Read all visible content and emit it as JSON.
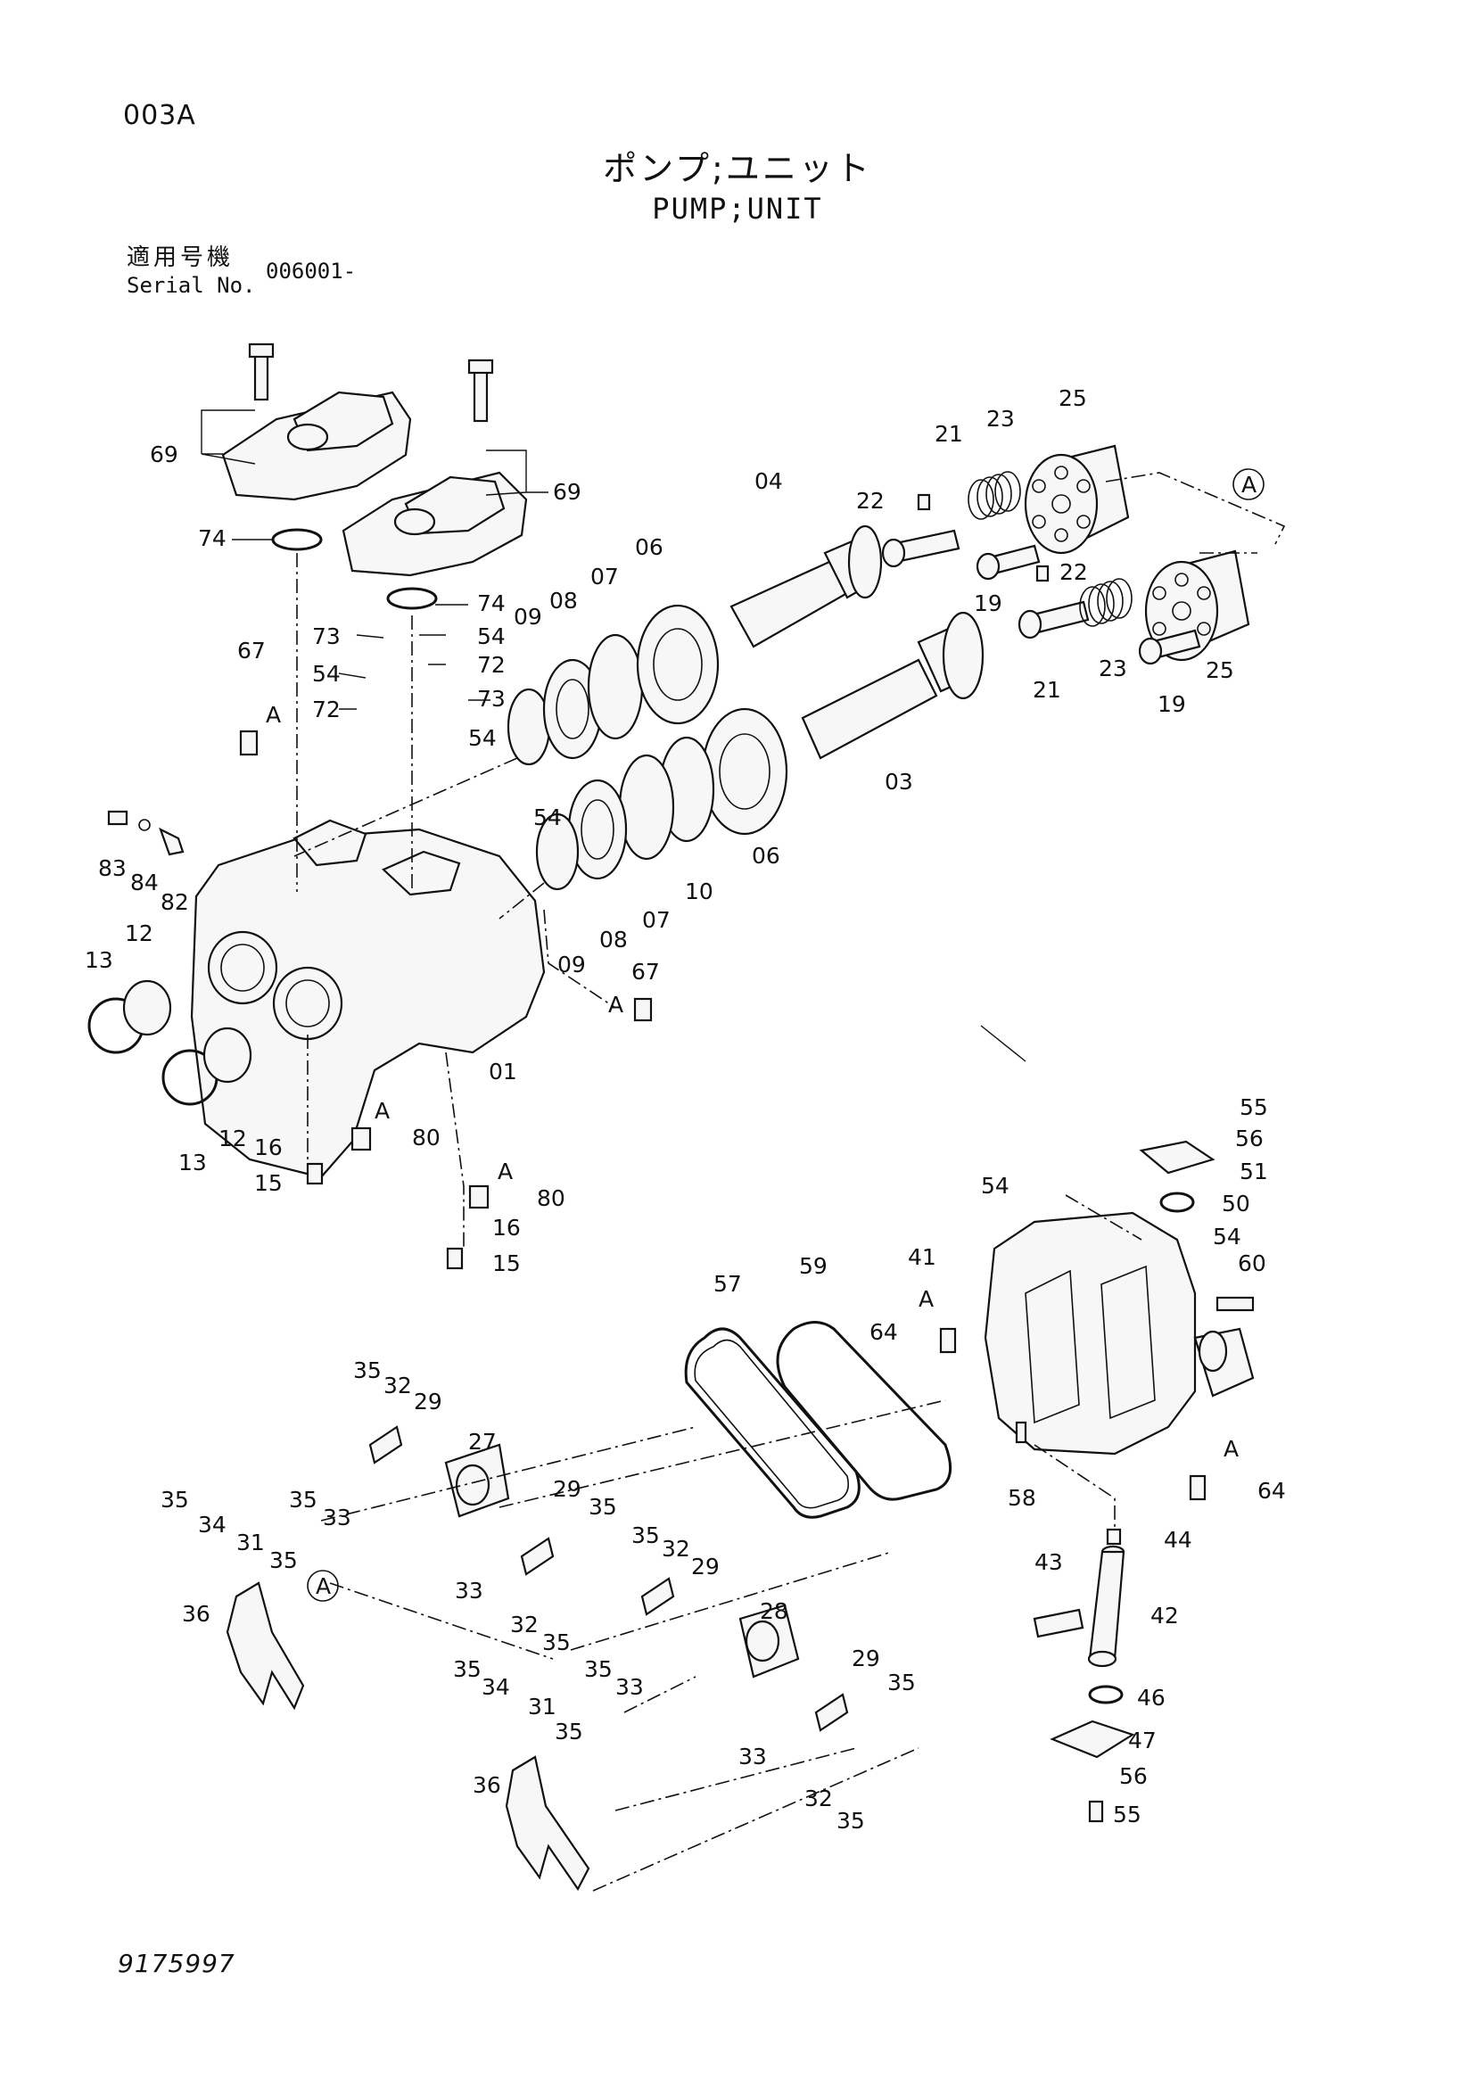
{
  "header": {
    "code": "003A",
    "title_jp": "ポンプ;ユニット",
    "title_en": "PUMP;UNIT",
    "serial_label_jp": "適用号機",
    "serial_label_en": "Serial No.",
    "serial_value": "006001-"
  },
  "footer": {
    "doc_number": "9175997"
  },
  "callouts": [
    {
      "id": "c69a",
      "label": "69"
    },
    {
      "id": "c69b",
      "label": "69"
    },
    {
      "id": "c74a",
      "label": "74"
    },
    {
      "id": "c74b",
      "label": "74"
    },
    {
      "id": "c73a",
      "label": "73"
    },
    {
      "id": "c54a",
      "label": "54"
    },
    {
      "id": "c54b",
      "label": "54"
    },
    {
      "id": "c72a",
      "label": "72"
    },
    {
      "id": "c72b",
      "label": "72"
    },
    {
      "id": "c73b",
      "label": "73"
    },
    {
      "id": "c54c",
      "label": "54"
    },
    {
      "id": "c54d",
      "label": "54"
    },
    {
      "id": "c67a",
      "label": "67"
    },
    {
      "id": "cA1",
      "label": "A"
    },
    {
      "id": "c09a",
      "label": "09"
    },
    {
      "id": "c08a",
      "label": "08"
    },
    {
      "id": "c07a",
      "label": "07"
    },
    {
      "id": "c06a",
      "label": "06"
    },
    {
      "id": "c04",
      "label": "04"
    },
    {
      "id": "c22a",
      "label": "22"
    },
    {
      "id": "c21a",
      "label": "21"
    },
    {
      "id": "c23a",
      "label": "23"
    },
    {
      "id": "c25a",
      "label": "25"
    },
    {
      "id": "cAcircle1",
      "label": "A"
    },
    {
      "id": "c22b",
      "label": "22"
    },
    {
      "id": "c19a",
      "label": "19"
    },
    {
      "id": "c21b",
      "label": "21"
    },
    {
      "id": "c23b",
      "label": "23"
    },
    {
      "id": "c25b",
      "label": "25"
    },
    {
      "id": "c19b",
      "label": "19"
    },
    {
      "id": "c03",
      "label": "03"
    },
    {
      "id": "c06b",
      "label": "06"
    },
    {
      "id": "c10",
      "label": "10"
    },
    {
      "id": "c07b",
      "label": "07"
    },
    {
      "id": "c08b",
      "label": "08"
    },
    {
      "id": "c09b",
      "label": "09"
    },
    {
      "id": "c83",
      "label": "83"
    },
    {
      "id": "c84",
      "label": "84"
    },
    {
      "id": "c82",
      "label": "82"
    },
    {
      "id": "c13a",
      "label": "13"
    },
    {
      "id": "c12a",
      "label": "12"
    },
    {
      "id": "c13b",
      "label": "13"
    },
    {
      "id": "c12b",
      "label": "12"
    },
    {
      "id": "c16a",
      "label": "16"
    },
    {
      "id": "c15a",
      "label": "15"
    },
    {
      "id": "cA2",
      "label": "A"
    },
    {
      "id": "c80a",
      "label": "80"
    },
    {
      "id": "c01",
      "label": "01"
    },
    {
      "id": "c67b",
      "label": "67"
    },
    {
      "id": "cA3",
      "label": "A"
    },
    {
      "id": "cA4",
      "label": "A"
    },
    {
      "id": "c80b",
      "label": "80"
    },
    {
      "id": "c16b",
      "label": "16"
    },
    {
      "id": "c15b",
      "label": "15"
    },
    {
      "id": "c55a",
      "label": "55"
    },
    {
      "id": "c56a",
      "label": "56"
    },
    {
      "id": "c51",
      "label": "51"
    },
    {
      "id": "c54e",
      "label": "54"
    },
    {
      "id": "c50",
      "label": "50"
    },
    {
      "id": "c54f",
      "label": "54"
    },
    {
      "id": "c41",
      "label": "41"
    },
    {
      "id": "c60",
      "label": "60"
    },
    {
      "id": "cA5",
      "label": "A"
    },
    {
      "id": "c64a",
      "label": "64"
    },
    {
      "id": "c57",
      "label": "57"
    },
    {
      "id": "c59",
      "label": "59"
    },
    {
      "id": "c58",
      "label": "58"
    },
    {
      "id": "cA6",
      "label": "A"
    },
    {
      "id": "c64b",
      "label": "64"
    },
    {
      "id": "c44",
      "label": "44"
    },
    {
      "id": "c43",
      "label": "43"
    },
    {
      "id": "c42",
      "label": "42"
    },
    {
      "id": "c46",
      "label": "46"
    },
    {
      "id": "c47",
      "label": "47"
    },
    {
      "id": "c56b",
      "label": "56"
    },
    {
      "id": "c55b",
      "label": "55"
    },
    {
      "id": "c35a",
      "label": "35"
    },
    {
      "id": "c32a",
      "label": "32"
    },
    {
      "id": "c29a",
      "label": "29"
    },
    {
      "id": "c27",
      "label": "27"
    },
    {
      "id": "c35b",
      "label": "35"
    },
    {
      "id": "c33a",
      "label": "33"
    },
    {
      "id": "c29b",
      "label": "29"
    },
    {
      "id": "c35c",
      "label": "35"
    },
    {
      "id": "c35d",
      "label": "35"
    },
    {
      "id": "c34a",
      "label": "34"
    },
    {
      "id": "c31a",
      "label": "31"
    },
    {
      "id": "c35e",
      "label": "35"
    },
    {
      "id": "c36a",
      "label": "36"
    },
    {
      "id": "cAcircle2",
      "label": "A"
    },
    {
      "id": "c33b",
      "label": "33"
    },
    {
      "id": "c32b",
      "label": "32"
    },
    {
      "id": "c35f",
      "label": "35"
    },
    {
      "id": "c35g",
      "label": "35"
    },
    {
      "id": "c32c",
      "label": "32"
    },
    {
      "id": "c29c",
      "label": "29"
    },
    {
      "id": "c28",
      "label": "28"
    },
    {
      "id": "c35h",
      "label": "35"
    },
    {
      "id": "c33c",
      "label": "33"
    },
    {
      "id": "c29d",
      "label": "29"
    },
    {
      "id": "c35i",
      "label": "35"
    },
    {
      "id": "c35j",
      "label": "35"
    },
    {
      "id": "c34b",
      "label": "34"
    },
    {
      "id": "c31b",
      "label": "31"
    },
    {
      "id": "c35k",
      "label": "35"
    },
    {
      "id": "c36b",
      "label": "36"
    },
    {
      "id": "c33d",
      "label": "33"
    },
    {
      "id": "c32d",
      "label": "32"
    },
    {
      "id": "c35l",
      "label": "35"
    }
  ]
}
